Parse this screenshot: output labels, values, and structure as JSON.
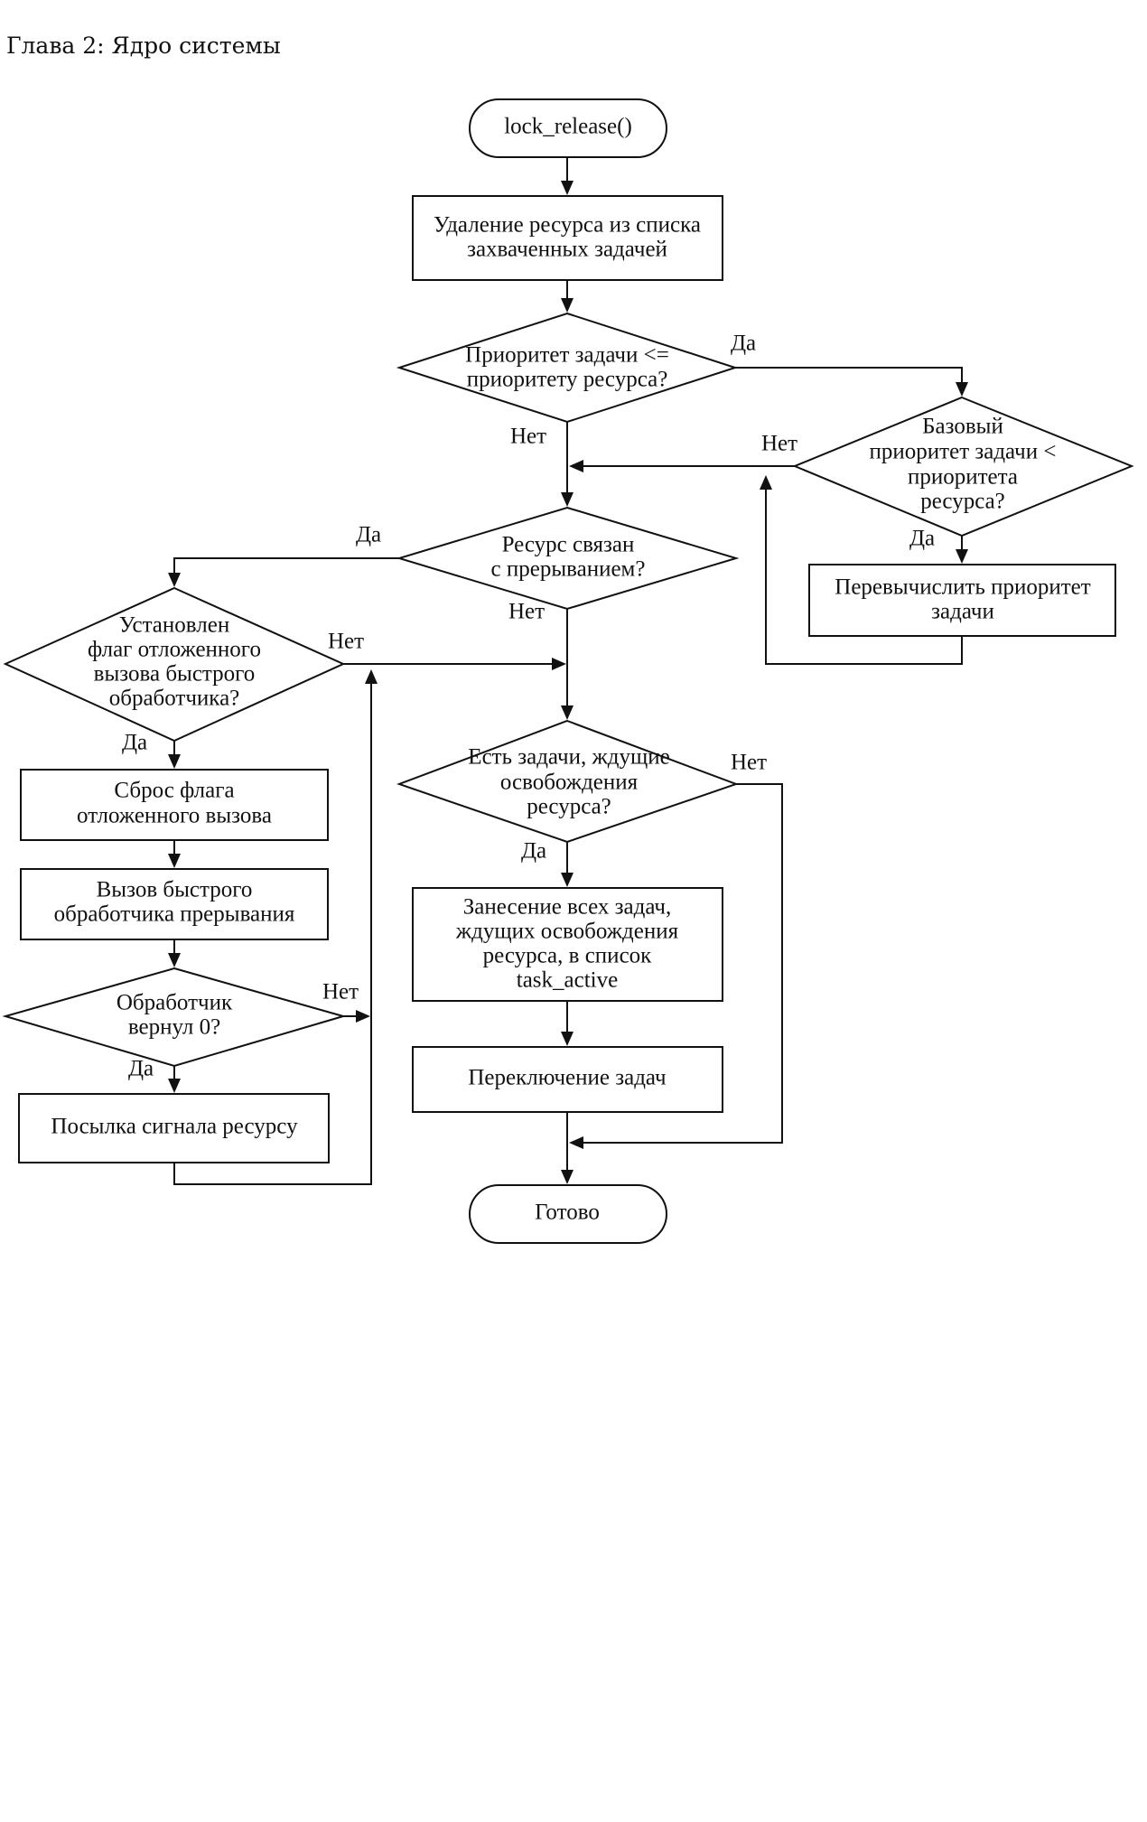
{
  "page": {
    "header": "Глава 2: Ядро системы"
  },
  "nodes": {
    "start": "lock_release()",
    "remove": [
      "Удаление ресурса из списка",
      "захваченных задачей"
    ],
    "prio_check": [
      "Приоритет задачи <=",
      "приоритету ресурса?"
    ],
    "base_prio": [
      "Базовый",
      "приоритет задачи <",
      "приоритета",
      "ресурса?"
    ],
    "recalc": [
      "Перевычислить приоритет",
      "задачи"
    ],
    "irq_check": [
      "Ресурс связан",
      "с прерыванием?"
    ],
    "deferred_flag": [
      "Установлен",
      "флаг отложенного",
      "вызова быстрого",
      "обработчика?"
    ],
    "reset_flag": [
      "Сброс флага",
      "отложенного вызова"
    ],
    "call_handler": [
      "Вызов быстрого",
      "обработчика прерывания"
    ],
    "handler_ret": [
      "Обработчик",
      "вернул 0?"
    ],
    "send_signal": "Посылка сигнала ресурсу",
    "waiting_check": [
      "Есть задачи, ждущие",
      "освобождения",
      "ресурса?"
    ],
    "move_tasks": [
      "Занесение всех задач,",
      "ждущих освобождения",
      "ресурса, в список",
      "task_active"
    ],
    "switch": "Переключение задач",
    "done": "Готово"
  },
  "labels": {
    "yes": "Да",
    "no": "Нет"
  }
}
